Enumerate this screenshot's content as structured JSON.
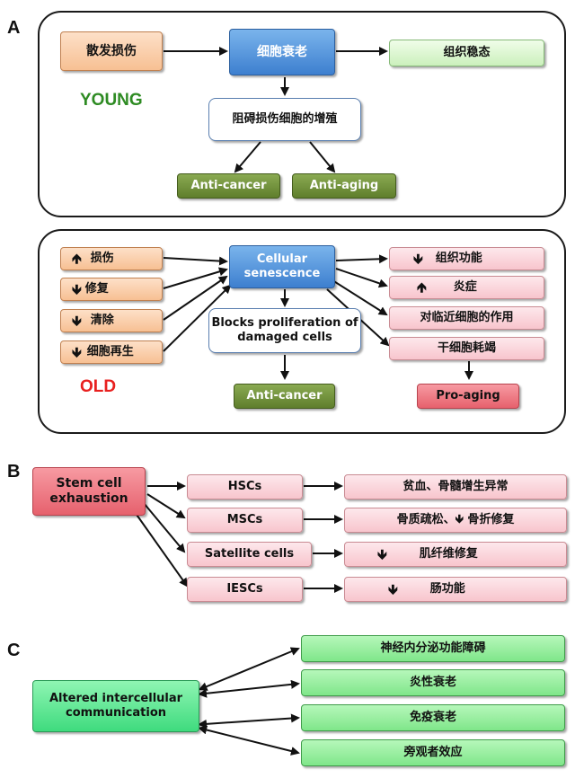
{
  "panels": {
    "a_label": "A",
    "b_label": "B",
    "c_label": "C"
  },
  "young": {
    "label": "YOUNG",
    "label_color": "#2e8b23",
    "sporadic_damage": "散发损伤",
    "senescence": "细胞衰老",
    "homeostasis": "组织稳态",
    "block_prolif": "阻碍损伤细胞的增殖",
    "anti_cancer": "Anti-cancer",
    "anti_aging": "Anti-aging"
  },
  "old": {
    "label": "OLD",
    "label_color": "#e8201f",
    "inputs": [
      {
        "arrow": "🡹",
        "text": "损伤"
      },
      {
        "arrow": "🡻",
        "text": "修复"
      },
      {
        "arrow": "🡻",
        "text": "清除"
      },
      {
        "arrow": "🡻",
        "text": "细胞再生"
      }
    ],
    "senescence": "Cellular senescence",
    "blocks": "Blocks proliferation of damaged cells",
    "anti_cancer": "Anti-cancer",
    "outputs": [
      {
        "arrow": "🡻",
        "text": "组织功能"
      },
      {
        "arrow": "🡹",
        "text": "炎症"
      },
      {
        "arrow": "",
        "text": "对临近细胞的作用"
      },
      {
        "arrow": "",
        "text": "干细胞耗竭"
      }
    ],
    "pro_aging": "Pro-aging"
  },
  "stem": {
    "source": "Stem cell exhaustion",
    "rows": [
      {
        "cell": "HSCs",
        "arrow": "",
        "effect": "贫血、骨髓增生异常"
      },
      {
        "cell": "MSCs",
        "arrow": "",
        "effect": "骨质疏松、🡻 骨折修复"
      },
      {
        "cell": "Satellite cells",
        "arrow": "🡻",
        "effect": "肌纤维修复"
      },
      {
        "cell": "IESCs",
        "arrow": "🡻",
        "effect": "肠功能"
      }
    ]
  },
  "comm": {
    "source": "Altered intercellular communication",
    "targets": [
      "神经内分泌功能障碍",
      "炎性衰老",
      "免疫衰老",
      "旁观者效应"
    ]
  }
}
